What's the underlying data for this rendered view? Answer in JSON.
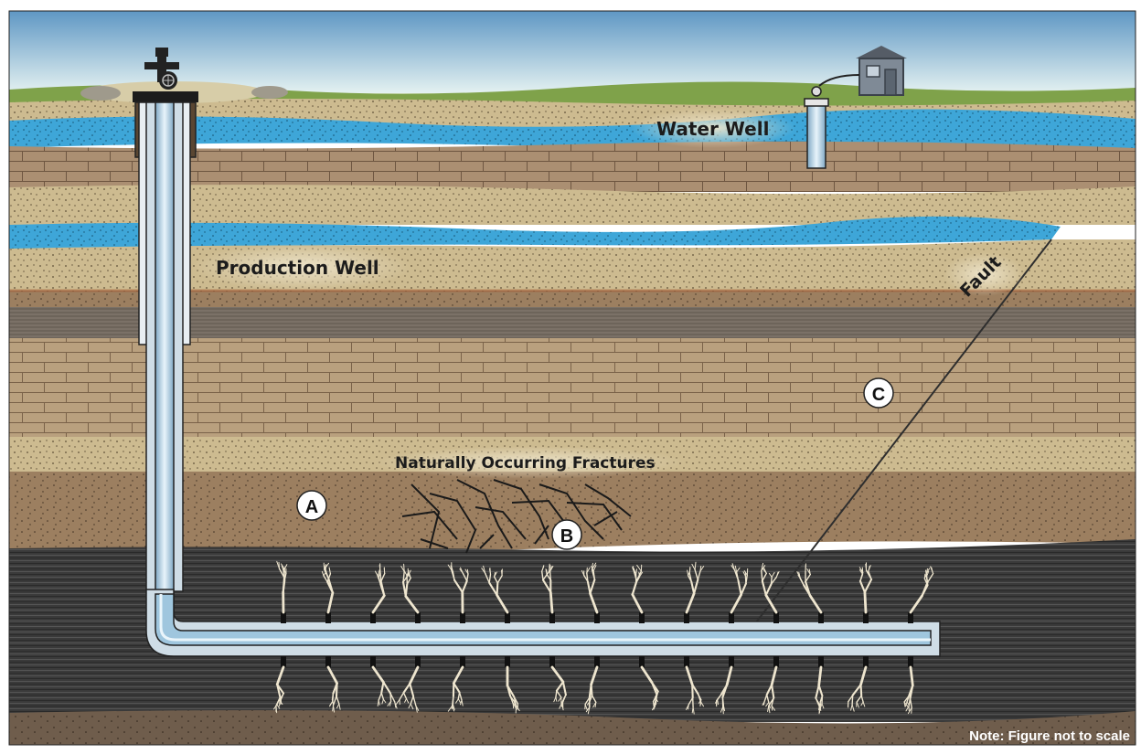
{
  "labels": {
    "water_well": "Water Well",
    "production_well": "Production Well",
    "fault": "Fault",
    "natural_fractures": "Naturally Occurring Fractures",
    "marker_a": "A",
    "marker_b": "B",
    "marker_c": "C",
    "note": "Note: Figure not to scale"
  },
  "colors": {
    "sky_top": "#6a9fc9",
    "sky_bottom": "#dceef2",
    "grass": "#7fa24a",
    "aquifer": "#3aa3d6",
    "sand": "#c9b58a",
    "brick": "#a88c6e",
    "brown": "#8c6c50",
    "shale": "#3d3d3d",
    "pipe": "#9fc6de",
    "fracture": "#efe6cf"
  }
}
